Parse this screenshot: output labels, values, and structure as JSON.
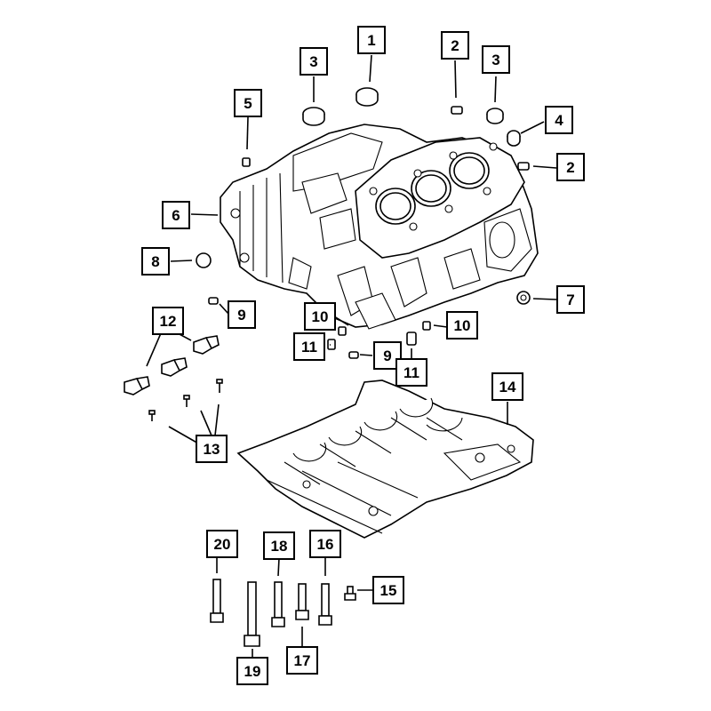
{
  "diagram": {
    "type": "exploded-parts-diagram",
    "callouts": [
      {
        "id": "c1",
        "label": "1"
      },
      {
        "id": "c2a",
        "label": "2"
      },
      {
        "id": "c2b",
        "label": "2"
      },
      {
        "id": "c3a",
        "label": "3"
      },
      {
        "id": "c3b",
        "label": "3"
      },
      {
        "id": "c4",
        "label": "4"
      },
      {
        "id": "c5",
        "label": "5"
      },
      {
        "id": "c6",
        "label": "6"
      },
      {
        "id": "c7",
        "label": "7"
      },
      {
        "id": "c8",
        "label": "8"
      },
      {
        "id": "c9a",
        "label": "9"
      },
      {
        "id": "c9b",
        "label": "9"
      },
      {
        "id": "c10a",
        "label": "10"
      },
      {
        "id": "c10b",
        "label": "10"
      },
      {
        "id": "c11a",
        "label": "11"
      },
      {
        "id": "c11b",
        "label": "11"
      },
      {
        "id": "c12",
        "label": "12"
      },
      {
        "id": "c13",
        "label": "13"
      },
      {
        "id": "c14",
        "label": "14"
      },
      {
        "id": "c15",
        "label": "15"
      },
      {
        "id": "c16",
        "label": "16"
      },
      {
        "id": "c17",
        "label": "17"
      },
      {
        "id": "c18",
        "label": "18"
      },
      {
        "id": "c19",
        "label": "19"
      },
      {
        "id": "c20",
        "label": "20"
      }
    ]
  }
}
